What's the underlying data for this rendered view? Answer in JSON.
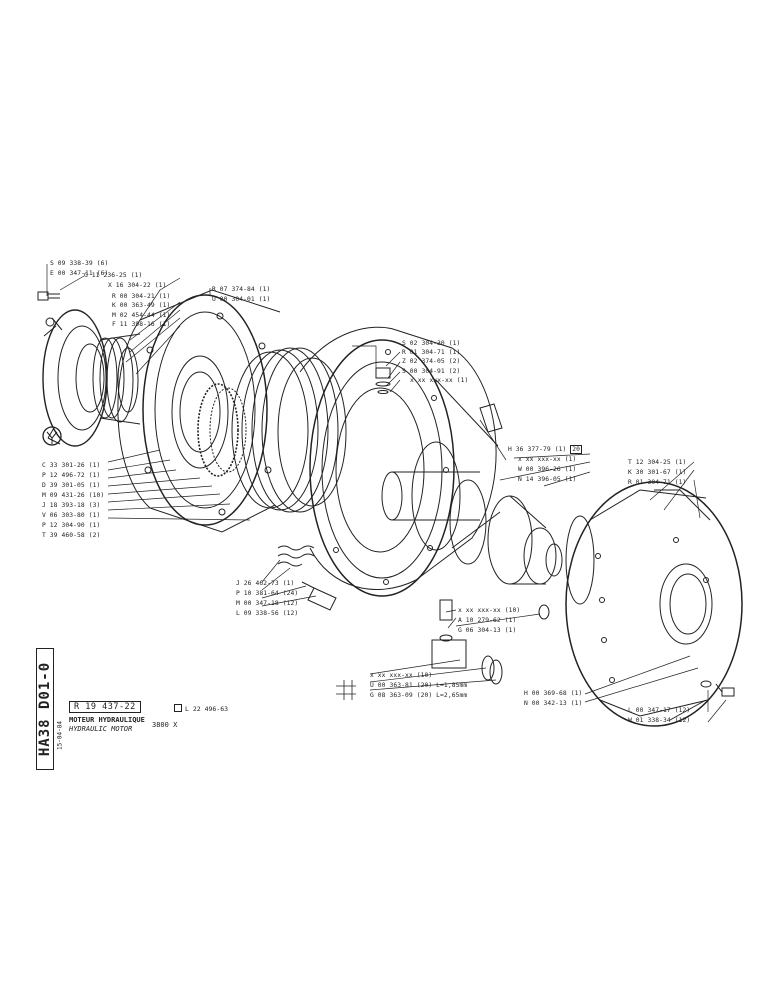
{
  "sheet": {
    "code": "HA38 D01-0",
    "date": "15-04-84",
    "drawing_ref": "R 19 437-22",
    "alt_ref": "L 22 496-63",
    "title_fr": "MOTEUR HYDRAULIQUE",
    "title_en": "HYDRAULIC MOTOR",
    "model": "3800 X"
  },
  "callouts": [
    "S 09 338-39 (6)",
    "E 00 347-11 (6)",
    "G 11 236-25 (1)",
    "X 16 304-22 (1)",
    "R 00 304-21 (1)",
    "K 00 363-49 (1)",
    "M 02 454-44 (1)",
    "F 11 398-16 (1)",
    "R 07 374-84 (1)",
    "U 00 304-01 (1)",
    "S 02 304-30 (1)",
    "R 01 304-71 (1)",
    "Z 02 374-05 (2)",
    "S 00 304-91 (2)",
    "x xx xxx-xx (1)",
    "H 36 377-79 (1)",
    "x xx xxx-xx (1)",
    "W 00 396-26 (1)",
    "N 14 396-05 (1)",
    "T 12 304-25 (1)",
    "K 30 301-67 (1)",
    "R 01 304-71 (1)",
    "C 33 301-26 (1)",
    "P 12 496-72 (1)",
    "D 39 301-05 (1)",
    "M 09 431-26 (10)",
    "J 18 393-18 (3)",
    "V 06 303-80 (1)",
    "P 12 304-90 (1)",
    "T 39 460-58 (2)",
    "J 26 462-73 (1)",
    "P 10 381-64 (24)",
    "M 00 347-18 (12)",
    "L 09 338-56 (12)",
    "x xx xxx-xx (10)",
    "A 10 279-62 (1)",
    "G 06 304-13 (1)",
    "x xx xxx-xx (10)",
    "U 00 363-81 (20) L=1,85mm",
    "G 08 363-09 (20) L=2,65mm",
    "H 00 369-68 (1)",
    "N 00 342-13 (1)",
    "L 00 347-17 (12)",
    "W 01 338-34 (12)"
  ],
  "boxed_qty": "20"
}
